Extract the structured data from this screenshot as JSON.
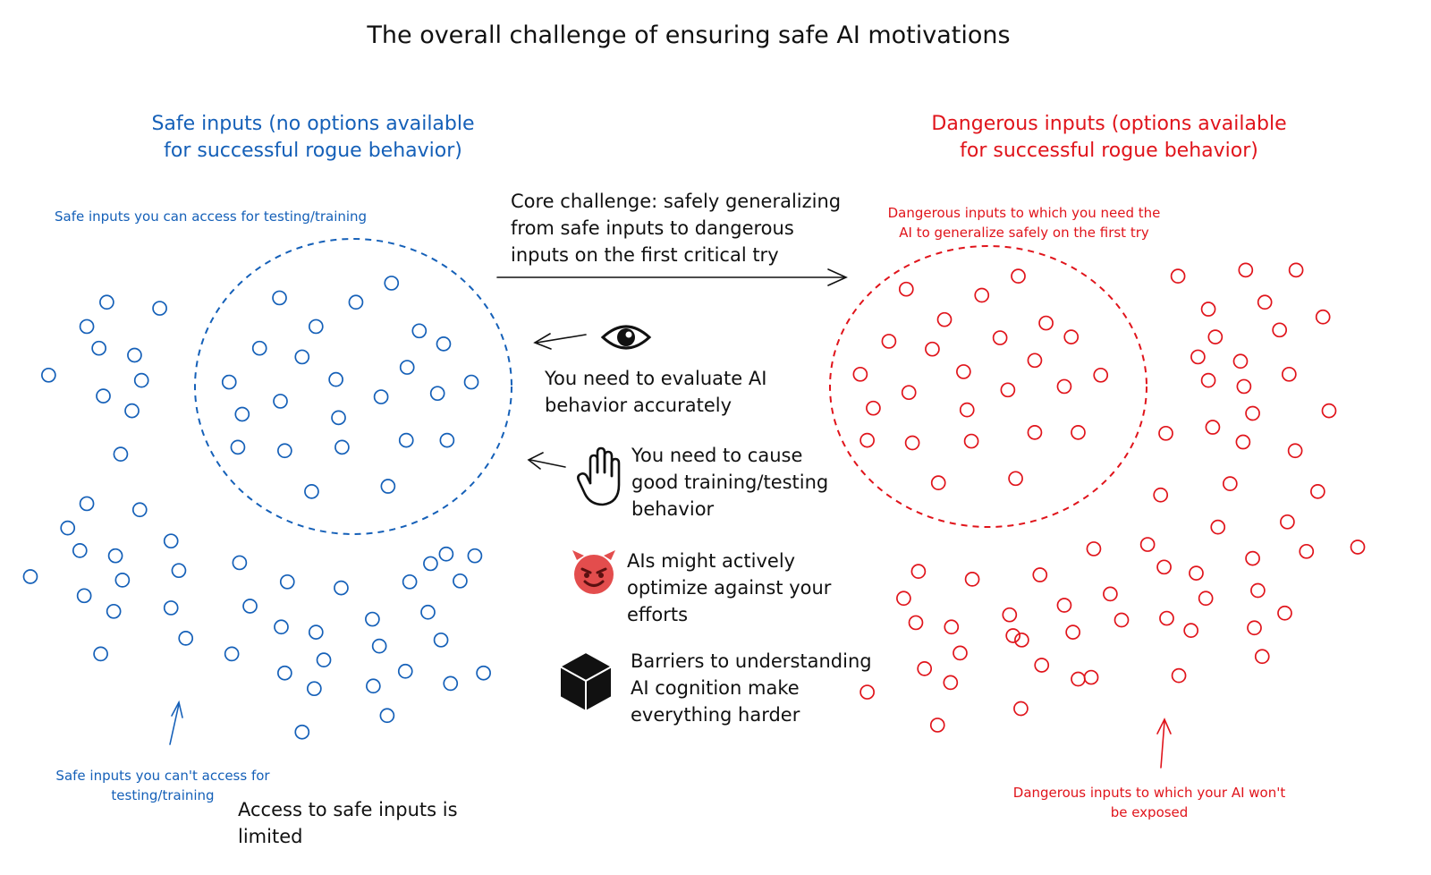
{
  "title": "The overall challenge of ensuring safe AI motivations",
  "safe_header": "Safe inputs (no options available\nfor successful rogue behavior)",
  "danger_header": "Dangerous inputs (options available\nfor successful rogue behavior)",
  "safe_accessible_label": "Safe inputs you can access for testing/training",
  "safe_inaccessible_label": "Safe inputs you can't access for\ntesting/training",
  "safe_limited_label": "Access to safe inputs is\nlimited",
  "danger_generalize_label": "Dangerous inputs to which you need the\nAI to generalize safely on the first try",
  "danger_unexposed_label": "Dangerous inputs to which your AI won't\nbe exposed",
  "core_challenge": "Core challenge: safely generalizing\nfrom safe inputs to dangerous\ninputs on the first critical try",
  "evaluate_label": "You need to evaluate AI\nbehavior accurately",
  "training_label": "You need to cause\ngood training/testing\nbehavior",
  "adversarial_label": "AIs might actively\noptimize against your\nefforts",
  "cognition_label": "Barriers to understanding\nAI cognition make\neverything harder",
  "icons": [
    "eye-icon",
    "hand-icon",
    "devil-icon",
    "cube-icon"
  ],
  "colors": {
    "safe": "#1560b8",
    "dangerous": "#e0141b",
    "text": "#111111"
  }
}
